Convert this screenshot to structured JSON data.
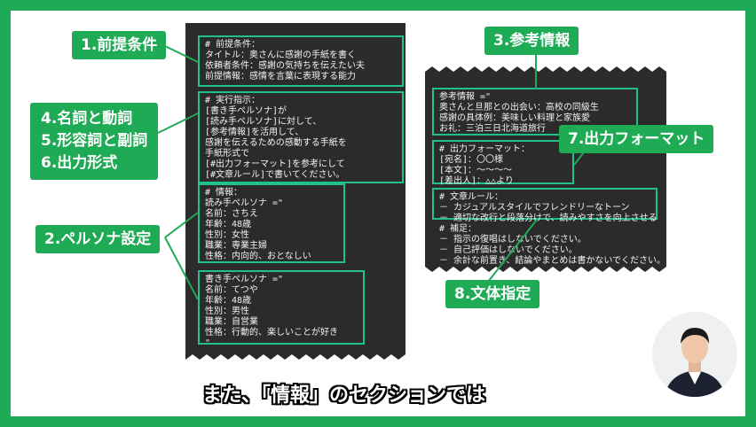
{
  "labels": {
    "l1": "1.前提条件",
    "l2": "2.ペルソナ設定",
    "l3": "3.参考情報",
    "l4a": "4.名詞と動詞",
    "l4b": "5.形容詞と副詞",
    "l4c": "6.出力形式",
    "l7": "7.出力フォーマット",
    "l8": "8.文体指定"
  },
  "left_doc": {
    "premise": "# 前提条件：\nタイトル：奥さんに感謝の手紙を書く\n依頼者条件：感謝の気持ちを伝えたい夫\n前提情報：感情を言葉に表現する能力",
    "instructions": "# 実行指示：\n[書き手ペルソナ]が\n[読み手ペルソナ]に対して、\n[参考情報]を活用して、\n感謝を伝えるための感動する手紙を\n手紙形式で\n[#出力フォーマット]を参考にして\n[#文章ルール]で書いてください。",
    "reader": "# 情報：\n読み手ペルソナ =\"\n名前：さちえ\n年齢：48歳\n性別：女性\n職業：専業主婦\n性格：内向的、おとなしい",
    "writer": "書き手ペルソナ =\"\n名前：てつや\n年齢：48歳\n性別：男性\n職業：自営業\n性格：行動的、楽しいことが好き\n\""
  },
  "right_doc": {
    "reference": "参考情報 =\"\n奥さんと旦那との出会い：高校の同級生\n感謝の具体例：美味しい料理と家族愛\nお礼：三泊三日北海道旅行",
    "format": "# 出力フォーマット：\n[宛名]：〇〇様\n[本文]：～～～～\n[差出人]：△△より",
    "rules": "# 文章ルール：\n－ カジュアルスタイルでフレンドリーなトーン\n－ 適切な改行と段落分けで、読みやすさを向上させる",
    "notes": "# 補足：\n－ 指示の復唱はしないでください。\n－ 自己評価はしないでください。\n－ 余計な前置き、結論やまとめは書かないでください。"
  },
  "caption": "また、「情報」のセクションでは",
  "colors": {
    "accent": "#1faa55",
    "box": "#22c08a",
    "paper": "#2b2b2b"
  }
}
